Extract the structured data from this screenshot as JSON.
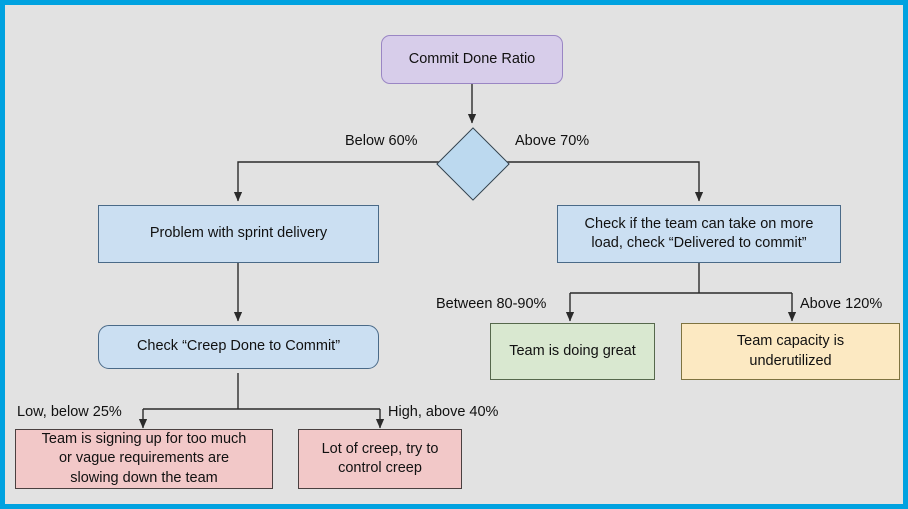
{
  "diagram": {
    "title": "Commit Done Ratio decision flowchart",
    "canvas_bg": "#e2e2e2",
    "frame_color": "#00a2e0"
  },
  "nodes": {
    "root": {
      "label": "Commit Done Ratio",
      "shape": "rounded-rect",
      "fill": "#d7cdea"
    },
    "decision": {
      "label": "",
      "shape": "diamond",
      "fill": "#bcd9ef"
    },
    "problem_delivery": {
      "label": "Problem with sprint delivery",
      "shape": "rect",
      "fill": "#cbdff2"
    },
    "check_more_load": {
      "label": "Check if the team can take on more\nload, check “Delivered to commit”",
      "shape": "rect",
      "fill": "#cbdff2"
    },
    "check_creep": {
      "label": "Check “Creep Done to Commit”",
      "shape": "rounded-rect",
      "fill": "#cbdff2"
    },
    "signing_up_too_much": {
      "label": "Team is signing up for too much\nor vague requirements are\nslowing down the team",
      "shape": "rect",
      "fill": "#f2c8c8"
    },
    "lot_of_creep": {
      "label": "Lot of creep, try to\ncontrol creep",
      "shape": "rect",
      "fill": "#f2c8c8"
    },
    "doing_great": {
      "label": "Team is doing great",
      "shape": "rect",
      "fill": "#d9e8d0"
    },
    "underutilized": {
      "label": "Team capacity is\nunderutilized",
      "shape": "rect",
      "fill": "#fce9c2"
    }
  },
  "edge_labels": {
    "below_60": "Below 60%",
    "above_70": "Above 70%",
    "between_80_90": "Between 80-90%",
    "above_120": "Above 120%",
    "low_below_25": "Low, below 25%",
    "high_above_40": "High, above 40%"
  }
}
